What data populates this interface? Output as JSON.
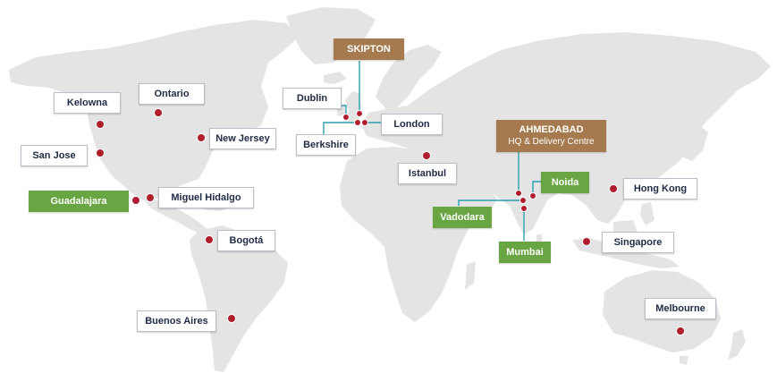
{
  "map": {
    "land_color": "#e4e4e4",
    "dot_color": "#b01e2d",
    "line_color": "#2b9fb0",
    "colors": {
      "default_label_bg": "#ffffff",
      "green_label_bg": "#6aa544",
      "brown_label_bg": "#a57a4e"
    }
  },
  "locations": {
    "kelowna": {
      "name": "Kelowna"
    },
    "ontario": {
      "name": "Ontario"
    },
    "san_jose": {
      "name": "San Jose"
    },
    "new_jersey": {
      "name": "New Jersey"
    },
    "guadalajara": {
      "name": "Guadalajara"
    },
    "miguel_hidalgo": {
      "name": "Miguel Hidalgo"
    },
    "bogota": {
      "name": "Bogotá"
    },
    "buenos_aires": {
      "name": "Buenos Aires"
    },
    "skipton": {
      "name": "SKIPTON"
    },
    "dublin": {
      "name": "Dublin"
    },
    "london": {
      "name": "London"
    },
    "berkshire": {
      "name": "Berkshire"
    },
    "istanbul": {
      "name": "Istanbul"
    },
    "ahmedabad": {
      "name": "AHMEDABAD",
      "subtitle": "HQ & Delivery Centre"
    },
    "noida": {
      "name": "Noida"
    },
    "vadodara": {
      "name": "Vadodara"
    },
    "mumbai": {
      "name": "Mumbai"
    },
    "hong_kong": {
      "name": "Hong Kong"
    },
    "singapore": {
      "name": "Singapore"
    },
    "melbourne": {
      "name": "Melbourne"
    }
  }
}
